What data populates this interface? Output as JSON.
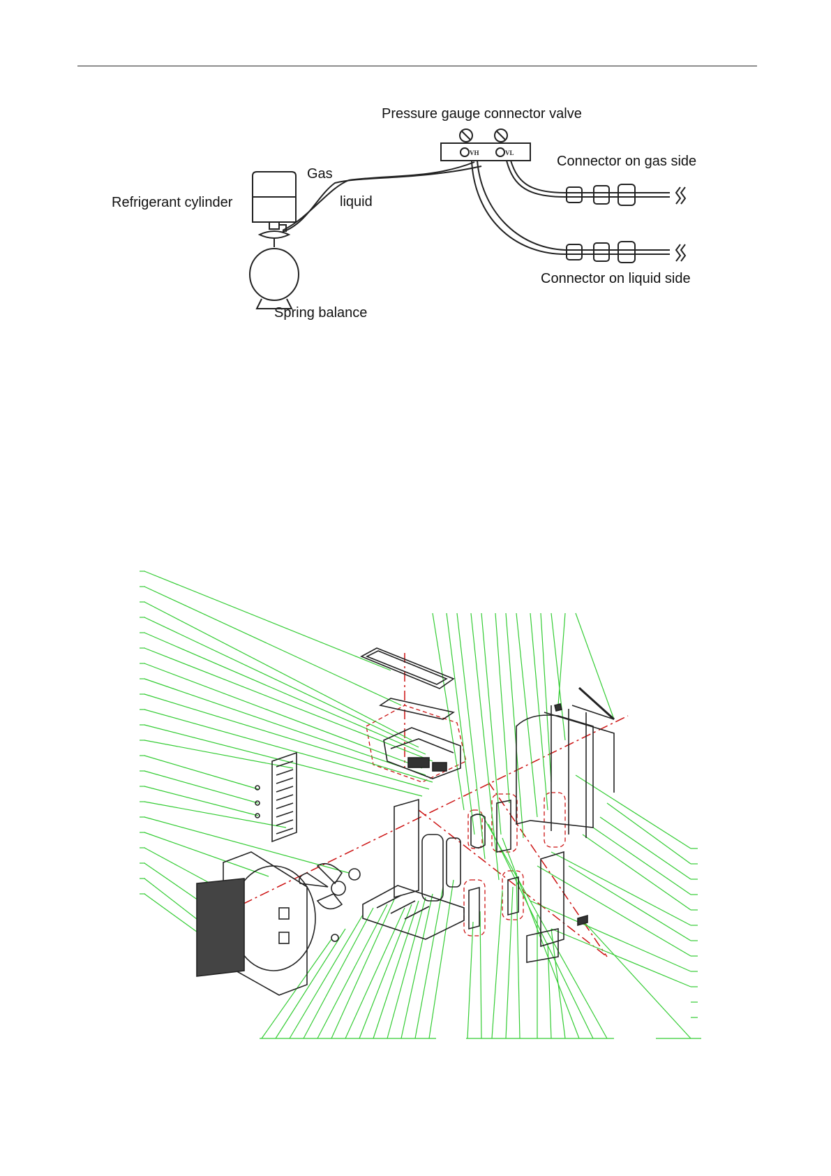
{
  "refrigerant_diagram": {
    "labels": {
      "pressure_gauge_valve": "Pressure gauge connector valve",
      "connector_gas": "Connector on gas side",
      "connector_liquid": "Connector on liquid side",
      "gas": "Gas",
      "liquid": "liquid",
      "cylinder": "Refrigerant cylinder",
      "spring_balance": "Spring balance",
      "vh": "VH",
      "vl": "VL"
    }
  },
  "exploded_view": {
    "leader_color": "#33cc33",
    "axis_color": "#cc1111"
  }
}
